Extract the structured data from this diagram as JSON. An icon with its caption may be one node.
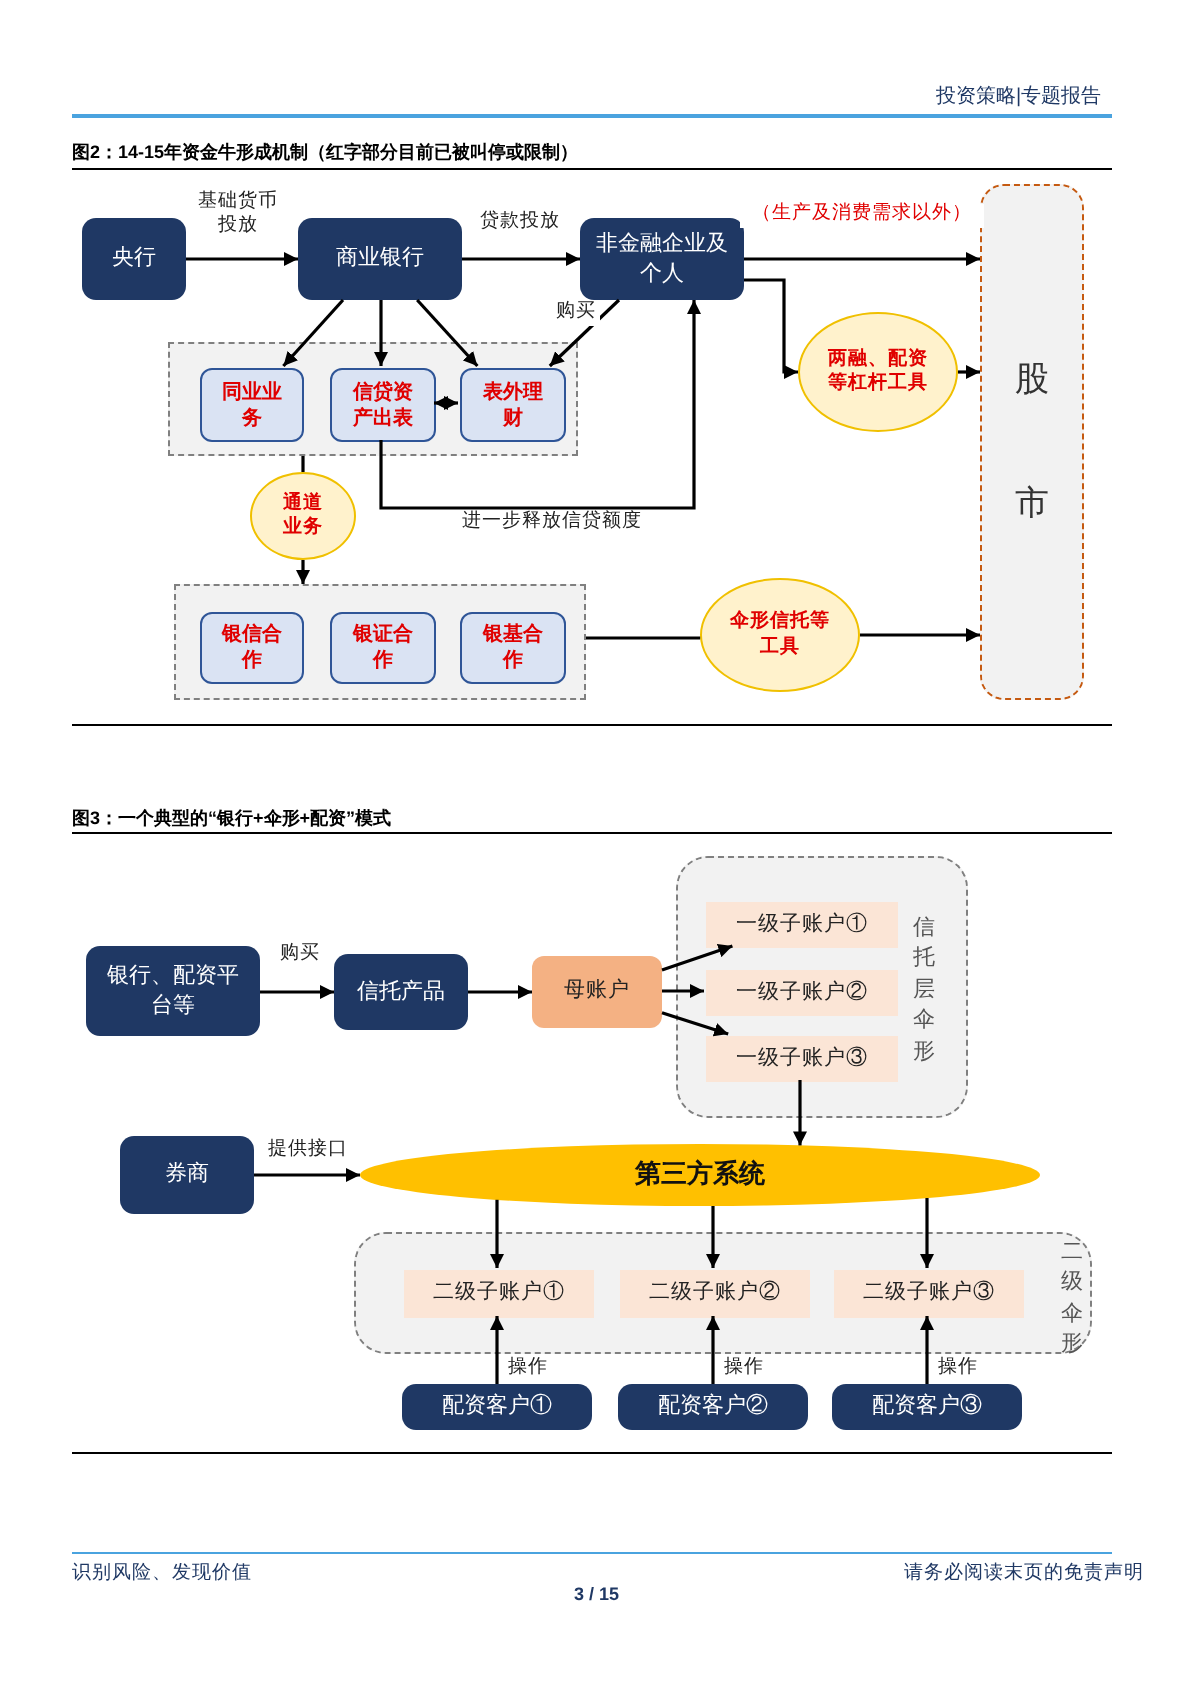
{
  "diagram": {
    "nodes": [
      {
        "text": [
          "央行"
        ]
      },
      {
        "text": [
          "商业银行"
        ]
      },
      {
        "text": [
          "非金融企业及个人"
        ]
      },
      {
        "text": [],
        "shape": "box"
      },
      {
        "text": [
          "同业业务"
        ],
        "in": 3
      },
      {
        "text": [
          "信贷资产出表"
        ],
        "in": 3
      },
      {
        "text": [
          "表外理财"
        ],
        "in": 3
      },
      {
        "text": [
          "通道业务"
        ]
      },
      {
        "text": [],
        "shape": "box"
      },
      {
        "text": [
          "银信合作"
        ],
        "in": 8
      },
      {
        "text": [
          "银证合作"
        ],
        "in": 8
      },
      {
        "text": [
          "银基合作"
        ],
        "in": 8
      },
      {
        "text": [
          "伞形信托等工具"
        ]
      },
      {
        "text": [
          "两融、配资等杠杆工具"
        ]
      },
      {
        "text": [
          "股市"
        ]
      },
      {
        "text": [
          "银行、配资平台等"
        ]
      },
      {
        "text": [
          "信托产品"
        ]
      },
      {
        "text": [
          "母账户"
        ]
      },
      {
        "text": [
          "信托层伞形"
        ]
      },
      {
        "text": [
          "一级子账户①"
        ],
        "in": 18
      },
      {
        "text": [
          "一级子账户②"
        ],
        "in": 18
      },
      {
        "text": [
          "一级子账户③"
        ],
        "in": 18
      },
      {
        "text": [
          "券商"
        ]
      },
      {
        "text": [
          "第三方系统"
        ]
      },
      {
        "text": [
          "二级伞形"
        ]
      },
      {
        "text": [
          "二级子账户①"
        ],
        "in": 24
      },
      {
        "text": [
          "二级子账户②"
        ],
        "in": 24
      },
      {
        "text": [
          "二级子账户③"
        ],
        "in": 24
      },
      {
        "text": [
          "配资客户①"
        ]
      },
      {
        "text": [
          "配资客户②"
        ]
      },
      {
        "text": [
          "配资客户③"
        ]
      }
    ],
    "edges": [
      {
        "from": 0,
        "to": 1,
        "arrow": "to",
        "label": "基础货币投放"
      },
      {
        "from": 1,
        "to": 2,
        "arrow": "to",
        "label": "贷款投放"
      },
      {
        "from": 1,
        "to": 4,
        "arrow": "to"
      },
      {
        "from": 1,
        "to": 5,
        "arrow": "to"
      },
      {
        "from": 1,
        "to": 6,
        "arrow": "to"
      },
      {
        "from": 2,
        "to": 6,
        "arrow": "to",
        "label": "购买"
      },
      {
        "from": 5,
        "to": 6,
        "arrow": "both"
      },
      {
        "from": 5,
        "to": 2,
        "arrow": "to",
        "label": "进一步释放信贷额度"
      },
      {
        "from": 2,
        "to": 14,
        "arrow": "to",
        "label": "（生产及消费需求以外）"
      },
      {
        "from": 2,
        "to": 13,
        "arrow": "to"
      },
      {
        "from": 13,
        "to": 14,
        "arrow": "to"
      },
      {
        "from": 3,
        "to": 7,
        "arrow": "none"
      },
      {
        "from": 7,
        "to": 8,
        "arrow": "to"
      },
      {
        "from": 8,
        "to": 12,
        "arrow": "none"
      },
      {
        "from": 12,
        "to": 14,
        "arrow": "to"
      },
      {
        "from": 15,
        "to": 16,
        "arrow": "to",
        "label": "购买"
      },
      {
        "from": 16,
        "to": 17,
        "arrow": "to"
      },
      {
        "from": 17,
        "to": 19,
        "arrow": "to"
      },
      {
        "from": 17,
        "to": 20,
        "arrow": "to"
      },
      {
        "from": 17,
        "to": 21,
        "arrow": "to"
      },
      {
        "from": 21,
        "to": 23,
        "arrow": "to"
      },
      {
        "from": 22,
        "to": 23,
        "arrow": "to",
        "label": "提供接口"
      },
      {
        "from": 23,
        "to": 25,
        "arrow": "to"
      },
      {
        "from": 23,
        "to": 26,
        "arrow": "to"
      },
      {
        "from": 23,
        "to": 27,
        "arrow": "to"
      },
      {
        "from": 28,
        "to": 25,
        "arrow": "to",
        "label": "操作"
      },
      {
        "from": 29,
        "to": 26,
        "arrow": "to",
        "label": "操作"
      },
      {
        "from": 30,
        "to": 27,
        "arrow": "to",
        "label": "操作"
      }
    ],
    "labels": [
      "投资策略|专题报告",
      "图2：14-15年资金牛形成机制（红字部分目前已被叫停或限制）",
      "图3：一个典型的“银行+伞形+配资”模式",
      "识别风险、发现价值",
      "请务必阅读末页的免责声明",
      "3 / 15"
    ]
  }
}
